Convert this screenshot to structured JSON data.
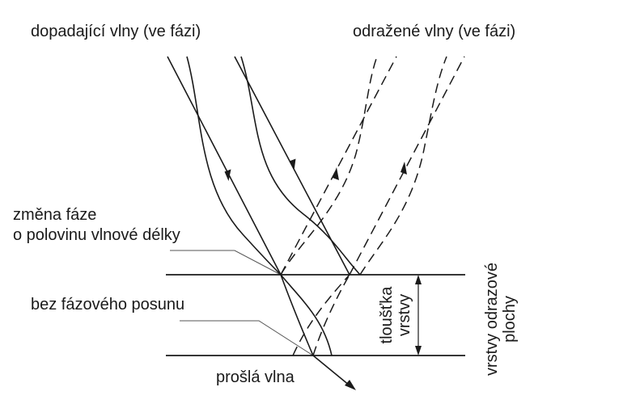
{
  "labels": {
    "incident": "dopadající vlny (ve fázi)",
    "reflected": "odražené vlny (ve fázi)",
    "phase_change_line1": "změna fáze",
    "phase_change_line2": "o polovinu vlnové délky",
    "no_shift": "bez fázového posunu",
    "transmitted": "prošlá vlna",
    "thickness_line1": "tloušťka",
    "thickness_line2": "vrstvy",
    "layers_line1": "vrstvy odrazové",
    "layers_line2": "plochy"
  },
  "colors": {
    "ink": "#1a1a1a",
    "leader": "#555555",
    "background": "#ffffff"
  }
}
